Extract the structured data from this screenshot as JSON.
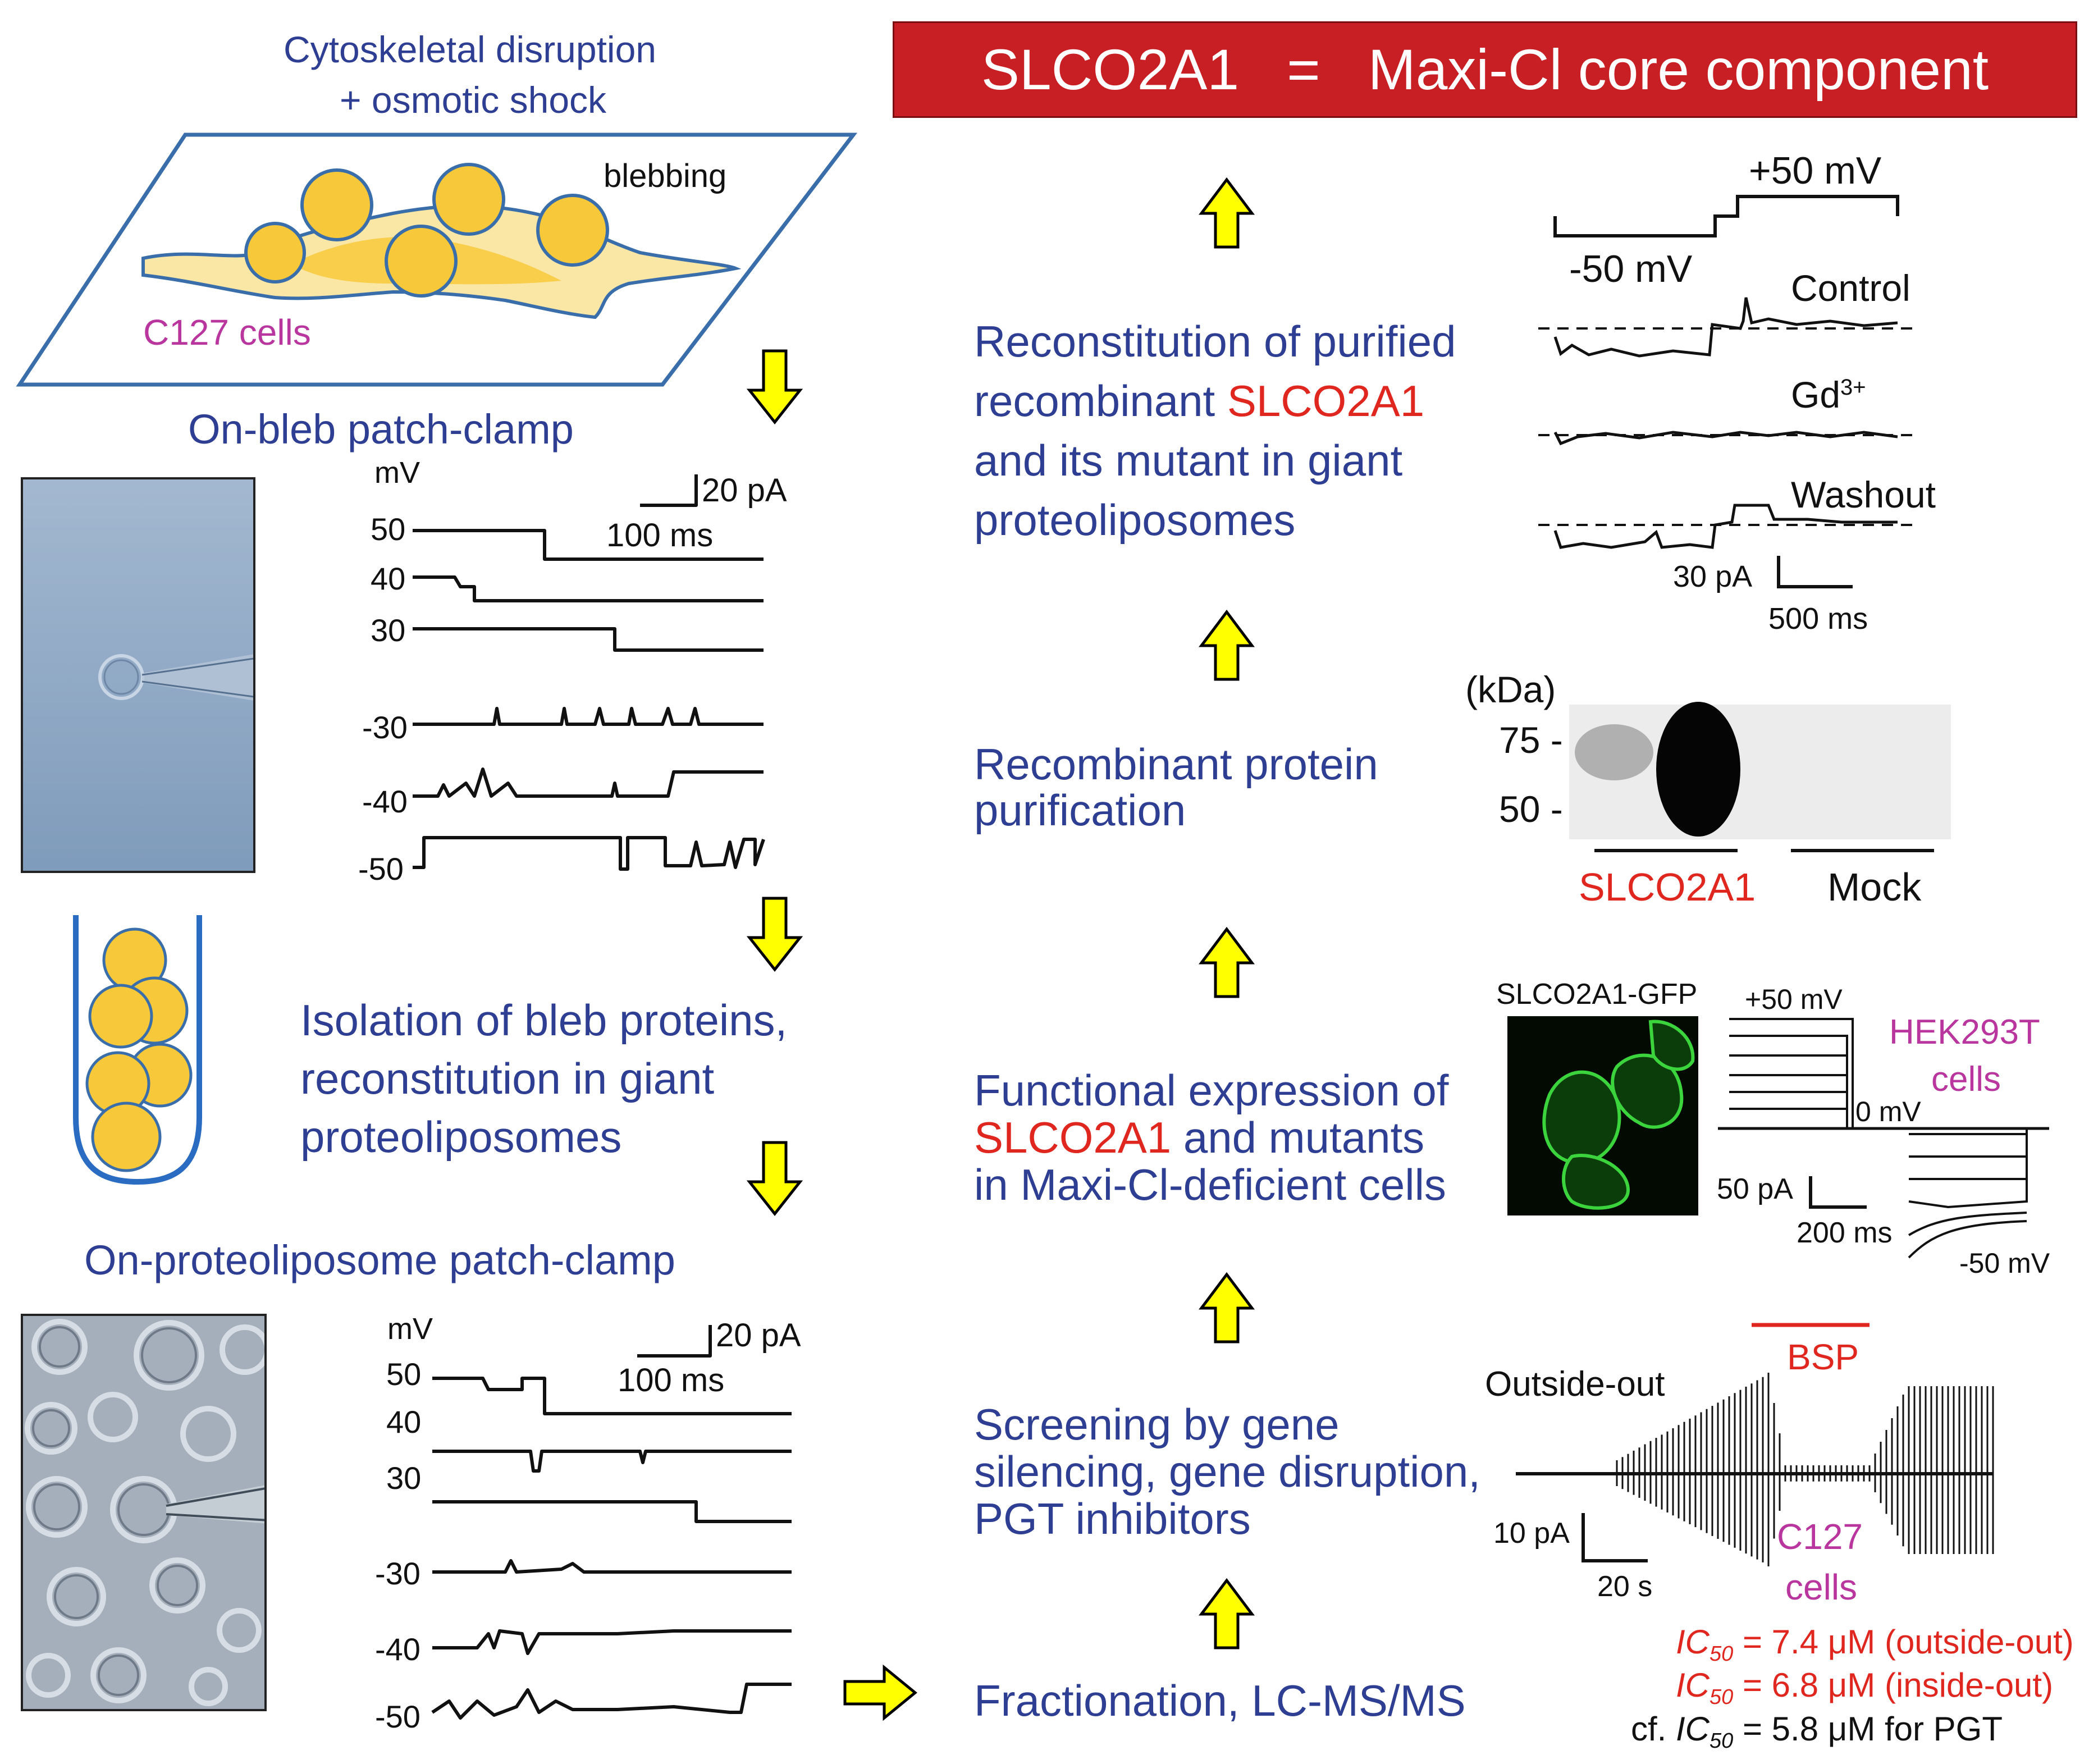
{
  "title": {
    "left": "SLCO2A1",
    "eq": "=",
    "right": "Maxi-Cl core component"
  },
  "left": {
    "heading": [
      "Cytoskeletal disruption",
      "+ osmotic shock"
    ],
    "blebbing": "blebbing",
    "cells": "C127 cells",
    "onbleb": "On-bleb patch-clamp",
    "isolation": [
      "Isolation of bleb proteins,",
      "reconstitution  in giant",
      "proteoliposomes"
    ],
    "onproteo": "On-proteoliposome patch-clamp"
  },
  "trace1": {
    "unit": "mV",
    "scale_pa": "20 pA",
    "scale_ms": "100 ms",
    "voltages": [
      "50",
      "40",
      "30",
      "-30",
      "-40",
      "-50"
    ]
  },
  "trace2": {
    "unit": "mV",
    "scale_pa": "20 pA",
    "scale_ms": "100 ms",
    "voltages": [
      "50",
      "40",
      "30",
      "-30",
      "-40",
      "-50"
    ]
  },
  "steps": {
    "reconstitution": {
      "l1": "Reconstitution of purified",
      "l2a": "recombinant ",
      "l2b": "SLCO2A1",
      "l3": "and its mutant in giant",
      "l4": "proteoliposomes"
    },
    "purification": {
      "l1": "Recombinant protein",
      "l2": "purification"
    },
    "functional": {
      "l1": "Functional expression of",
      "l2a": "SLCO2A1",
      "l2b": " and mutants",
      "l3": "in Maxi-Cl-deficient cells"
    },
    "screening": {
      "l1": "Screening by gene",
      "l2": "silencing, gene disruption,",
      "l3": "PGT inhibitors"
    },
    "fractionation": "Fractionation, LC-MS/MS"
  },
  "recon_traces": {
    "plus": "+50 mV",
    "minus": "-50 mV",
    "control": "Control",
    "gd": "Gd",
    "gd_sup": "3+",
    "washout": "Washout",
    "scale_pa": "30 pA",
    "scale_ms": "500 ms"
  },
  "blot": {
    "kda": "(kDa)",
    "m75": "75 -",
    "m50": "50 -",
    "lane1": "SLCO2A1",
    "lane2": "Mock"
  },
  "hek": {
    "gfp": "SLCO2A1-GFP",
    "plus": "+50 mV",
    "zero": "0 mV",
    "minus": "-50 mV",
    "cells1": "HEK293T",
    "cells2": "cells",
    "scale_pa": "50 pA",
    "scale_ms": "200 ms"
  },
  "bsp": {
    "bsp": "BSP",
    "outside": "Outside-out",
    "scale_pa": "10 pA",
    "scale_s": "20 s",
    "cells1": "C127",
    "cells2": "cells",
    "ic_label": "IC",
    "ic_sub": "50",
    "ic1": " = 7.4 μM (outside-out)",
    "ic2": " = 6.8 μM (inside-out)",
    "cf": "cf. ",
    "ic3": " = 5.8 μM for PGT"
  },
  "colors": {
    "title_bg": "#c81f25",
    "blue_text": "#2e3f93",
    "red_text": "#e0271f",
    "pink_text": "#b8369e",
    "arrow_fill": "#ffff00",
    "bleb_yellow": "#f7c93a"
  }
}
